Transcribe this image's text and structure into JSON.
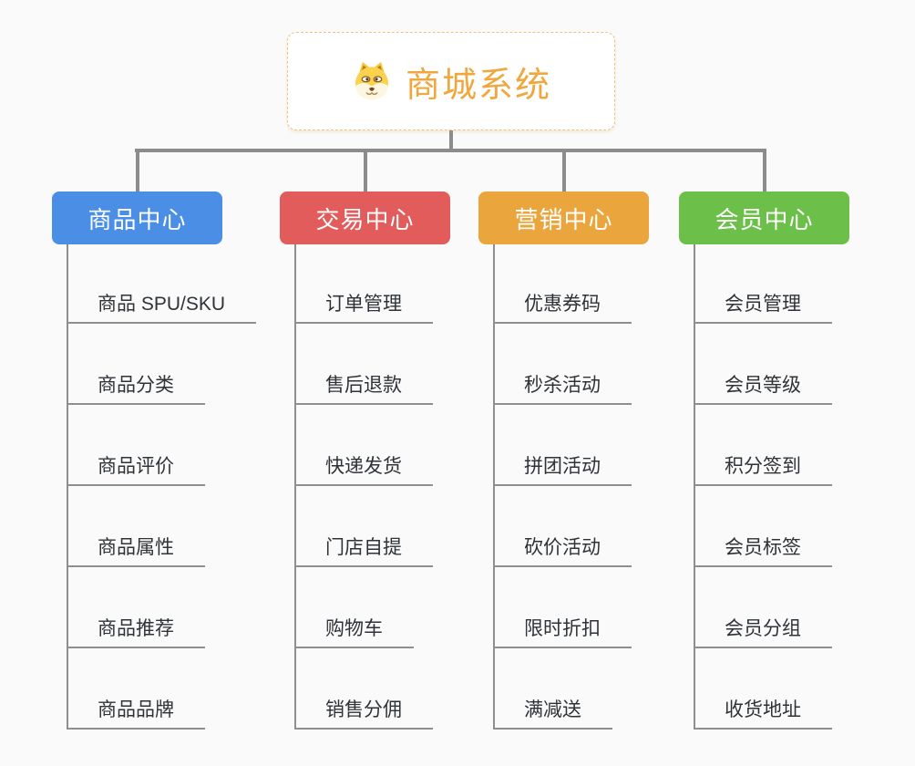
{
  "canvas": {
    "background": "#fafafa",
    "connector_color": "#8c8c8c",
    "leaf_line_color": "#8f8f8f",
    "leaf_text_color": "#2f3338"
  },
  "root": {
    "label": "商城系统",
    "icon": "shiba-dog-icon",
    "text_color": "#efa73e",
    "border_color": "#f2c178",
    "background": "#ffffff"
  },
  "branches": [
    {
      "label": "商品中心",
      "color": "#4a8ee6",
      "items": [
        "商品 SPU/SKU",
        "商品分类",
        "商品评价",
        "商品属性",
        "商品推荐",
        "商品品牌"
      ]
    },
    {
      "label": "交易中心",
      "color": "#e25c5c",
      "items": [
        "订单管理",
        "售后退款",
        "快递发货",
        "门店自提",
        "购物车",
        "销售分佣"
      ]
    },
    {
      "label": "营销中心",
      "color": "#eaa63c",
      "items": [
        "优惠券码",
        "秒杀活动",
        "拼团活动",
        "砍价活动",
        "限时折扣",
        "满减送"
      ]
    },
    {
      "label": "会员中心",
      "color": "#6cc04a",
      "items": [
        "会员管理",
        "会员等级",
        "积分签到",
        "会员标签",
        "会员分组",
        "收货地址"
      ]
    }
  ]
}
